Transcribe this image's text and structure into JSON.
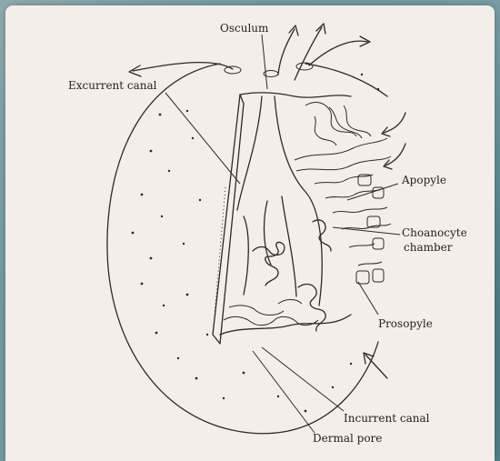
{
  "labels": {
    "osculum": "Osculum",
    "excurrent_canal": "Excurrent canal",
    "apopyle": "Apopyle",
    "choanocyte_line1": "Choanocyte",
    "choanocyte_line2": "chamber",
    "prosopyle": "Prosopyle",
    "incurrent_canal": "Incurrent canal",
    "dermal_pore": "Dermal pore"
  },
  "colors": {
    "background": "#4f7a86",
    "card": "#f3eeea",
    "ink": "#2a2a2a"
  }
}
